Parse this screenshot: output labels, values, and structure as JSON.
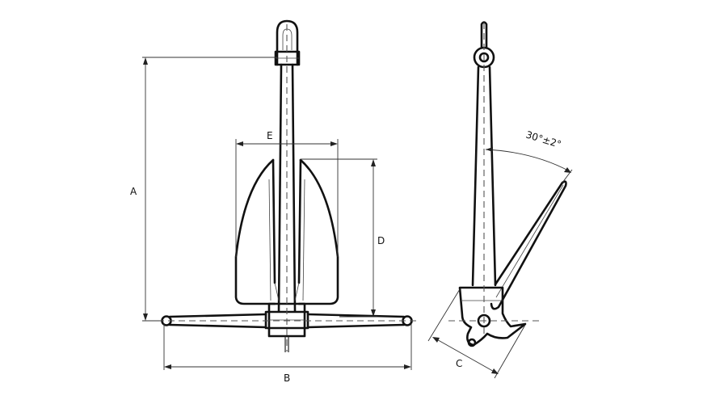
{
  "labels": {
    "a": "A",
    "b": "B",
    "c": "C",
    "d": "D",
    "e": "E",
    "angle": "30°±2°"
  }
}
